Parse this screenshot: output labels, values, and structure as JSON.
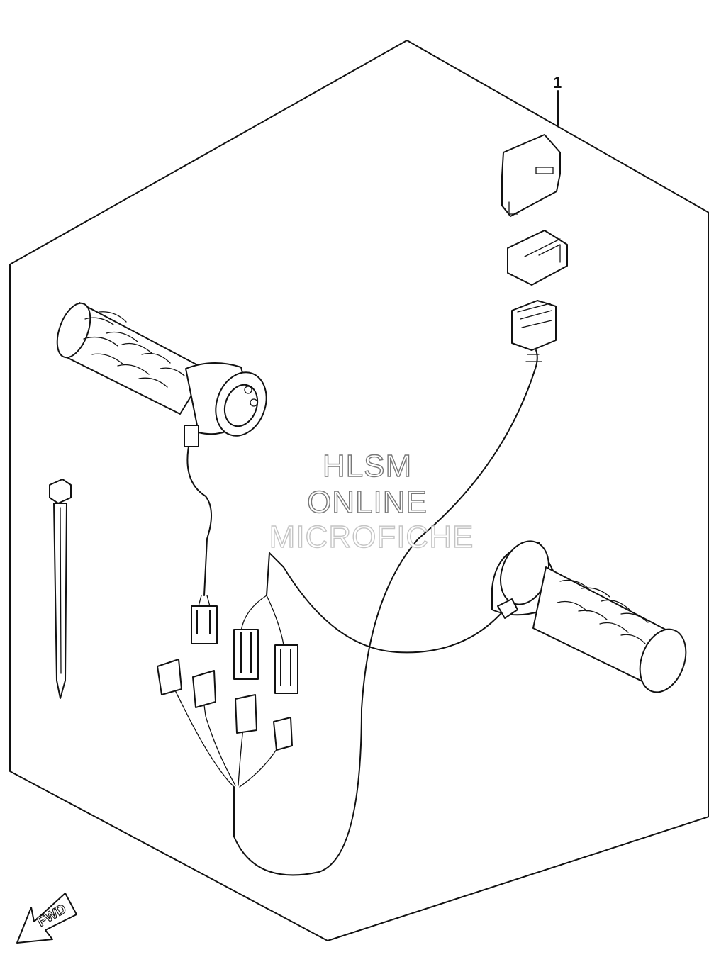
{
  "callout": {
    "part_number": "1"
  },
  "watermark": {
    "line1": "HLSM",
    "line2": "ONLINE",
    "line3": "MICROFICHE"
  },
  "direction_marker": {
    "label": "FWD",
    "icon": "forward-arrow-icon"
  },
  "colors": {
    "line": "#111111",
    "background": "#ffffff",
    "watermark_stroke": "#777777"
  }
}
